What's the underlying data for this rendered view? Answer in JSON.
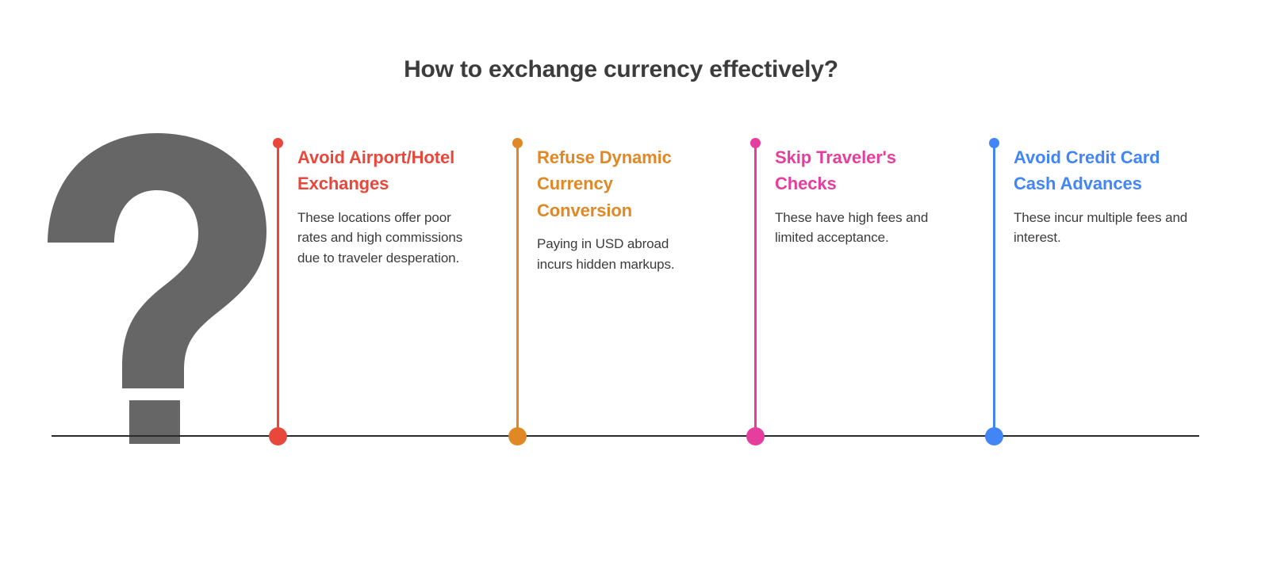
{
  "title": "How to exchange currency effectively?",
  "theme": {
    "background": "#ffffff",
    "title_color": "#3c3c3c",
    "body_color": "#3c3c3c",
    "axis_color": "#2b2b2b",
    "question_mark_color": "#666666"
  },
  "decoration": {
    "question_mark_glyph": "?",
    "axis_label": "timeline-baseline"
  },
  "milestones": [
    {
      "index": "1",
      "heading": "Avoid Airport/Hotel Exchanges",
      "body": "These locations offer poor rates and high commissions due to traveler desperation.",
      "color": "#E8483C"
    },
    {
      "index": "2",
      "heading": "Refuse Dynamic Currency Conversion",
      "body": "Paying in USD abroad incurs hidden markups.",
      "color": "#E08826"
    },
    {
      "index": "3",
      "heading": "Skip Traveler's Checks",
      "body": "These have high fees and limited acceptance.",
      "color": "#E63E9E"
    },
    {
      "index": "4",
      "heading": "Avoid Credit Card Cash Advances",
      "body": "These incur multiple fees and interest.",
      "color": "#4285F4"
    }
  ]
}
